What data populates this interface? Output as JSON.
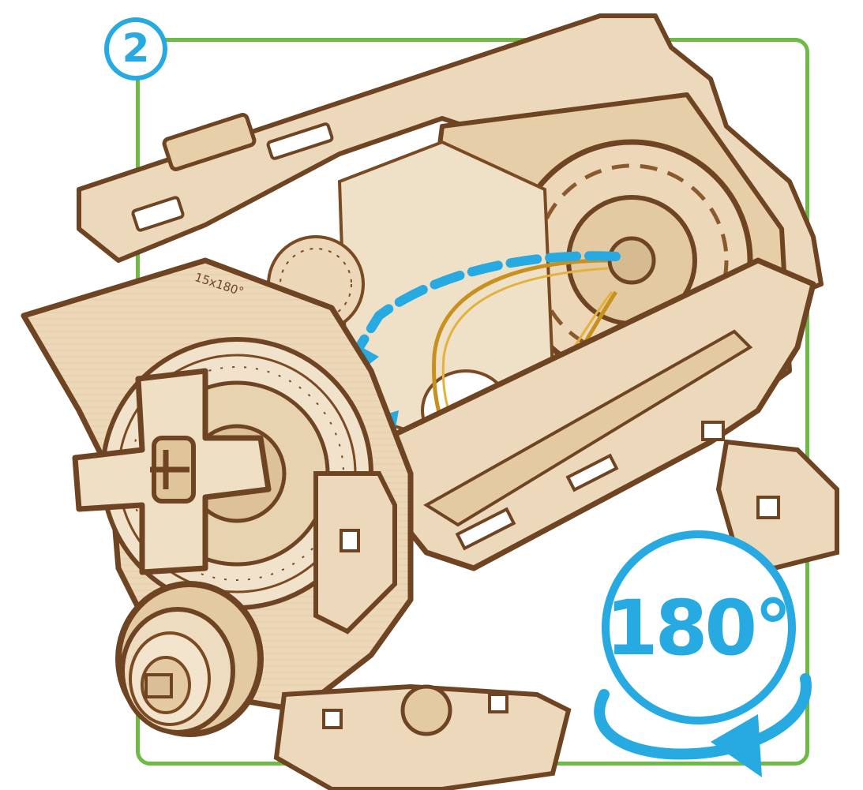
{
  "step": {
    "number": "2"
  },
  "rotation": {
    "label": "180°"
  },
  "model": {
    "scale_label": "15x180°"
  },
  "colors": {
    "frame": "#6dbb45",
    "accent": "#27a9e1",
    "wood_light": "#eedcc0",
    "wood_mid": "#d9bf98",
    "wood_edge": "#7a4a22"
  },
  "icons": [
    "rotate-180-arrow-icon",
    "path-arrow-icon"
  ]
}
